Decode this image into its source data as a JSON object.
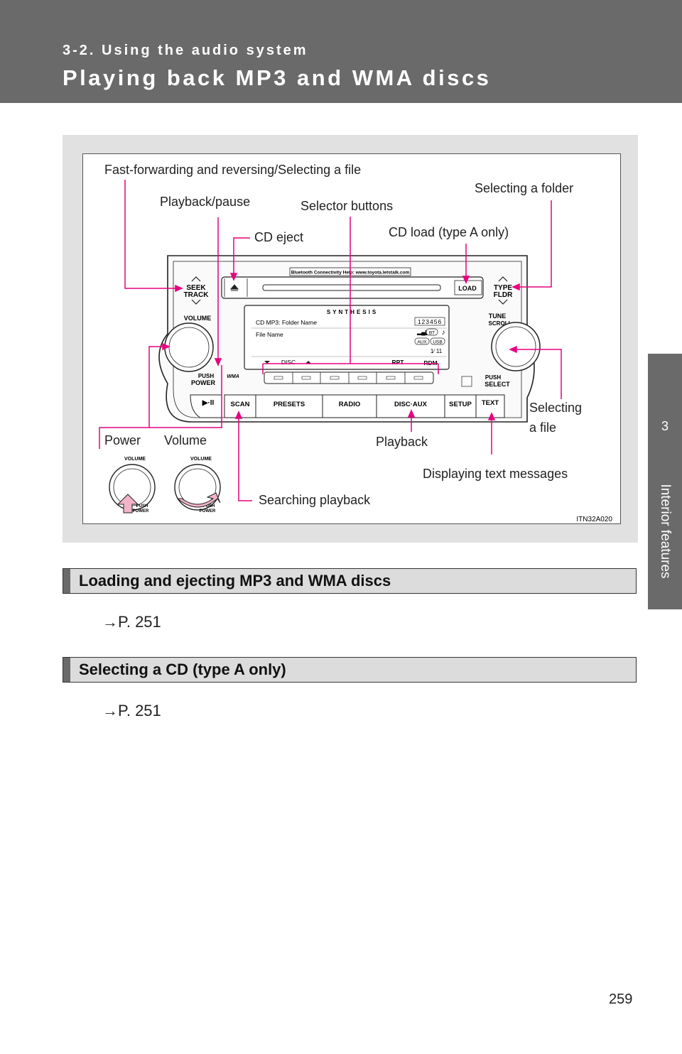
{
  "header": {
    "section": "3-2. Using the audio system",
    "title": "Playing back MP3 and WMA discs"
  },
  "sidetab": {
    "chapter_number": "3",
    "chapter_title": "Interior features"
  },
  "figure": {
    "code": "ITN32A020",
    "callouts": {
      "fast_forward": "Fast-forwarding and reversing/Selecting a file",
      "playback_pause": "Playback/pause",
      "selector_buttons": "Selector buttons",
      "selecting_folder": "Selecting a folder",
      "cd_eject": "CD eject",
      "cd_load": "CD load (type A only)",
      "selecting_file_1": "Selecting",
      "selecting_file_2": "a file",
      "power": "Power",
      "volume": "Volume",
      "playback": "Playback",
      "displaying_text": "Displaying text messages",
      "searching_playback": "Searching playback"
    },
    "panel": {
      "bluetooth_text": "Bluetooth Connectivity Help: www.toyota.letstalk.com",
      "seek": "SEEK",
      "track": "TRACK",
      "load": "LOAD",
      "type": "TYPE",
      "fldr": "FLDR",
      "volume": "VOLUME",
      "tune": "TUNE",
      "scroll": "SCROLL",
      "synthesis": "SYNTHESIS",
      "display_line1": "CD MP3:  Folder Name",
      "display_line2": "File Name",
      "presets_digits": "123456",
      "bt": "BT",
      "aux": "AUX",
      "usb": "USB",
      "counter": "1∕ 11",
      "disc": "DISC",
      "rpt": "RPT",
      "rdm": "RDM",
      "push": "PUSH",
      "power": "POWER",
      "select": "SELECT",
      "wma": "WMA",
      "play_pause": "▶·II",
      "buttons": [
        "SCAN",
        "PRESETS",
        "RADIO",
        "DISC·AUX",
        "SETUP",
        "TEXT"
      ],
      "knob_volume": "VOLUME",
      "knob_push": "PUSH",
      "knob_power": "POWER"
    }
  },
  "sections": [
    {
      "heading": "Loading and ejecting MP3 and WMA discs",
      "ref": "→P. 251"
    },
    {
      "heading": "Selecting a CD (type A only)",
      "ref": "→P. 251"
    }
  ],
  "page_number": "259",
  "colors": {
    "header": "#6a6a6a",
    "callout_line": "#e6007e",
    "figure_bg": "#e1e1e1"
  }
}
